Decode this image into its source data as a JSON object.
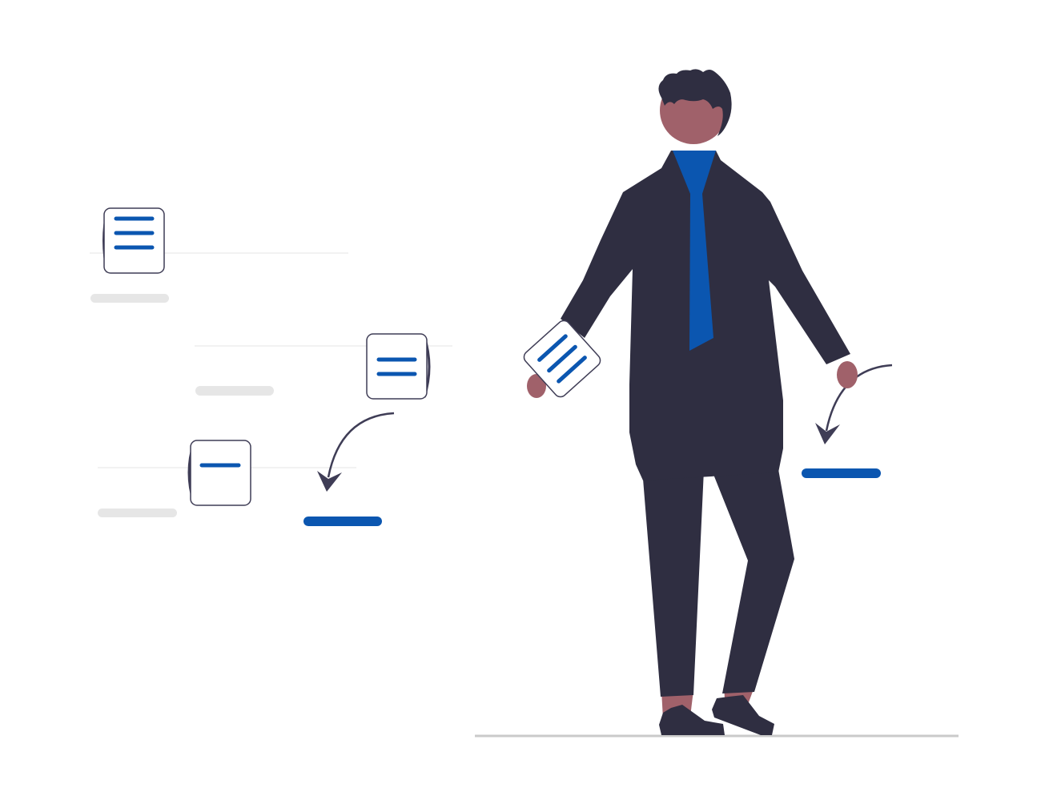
{
  "colors": {
    "dark": "#2f2e41",
    "accent": "#0b56b0",
    "skin": "#a0616a",
    "placeholder": "#e6e6e6",
    "ground": "#cacaca",
    "outline": "#3f3d56"
  },
  "documents": [
    {
      "lines": 3
    },
    {
      "lines": 2
    },
    {
      "lines": 1
    }
  ]
}
